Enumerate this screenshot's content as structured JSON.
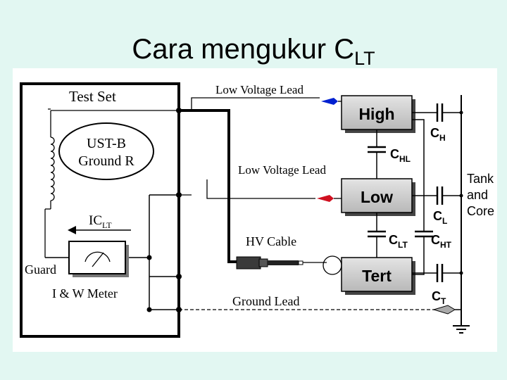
{
  "title": {
    "main": "Cara mengukur C",
    "sub": "LT"
  },
  "diagram": {
    "test_set": "Test Set",
    "mode_line1": "UST-B",
    "mode_line2": "Ground R",
    "current_main": "IC",
    "current_sub": "LT",
    "guard": "Guard",
    "meter": "I & W Meter",
    "low_lead_1": "Low Voltage Lead",
    "low_lead_2": "Low Voltage Lead",
    "hv_cable": "HV Cable",
    "ground_lead": "Ground Lead",
    "high": "High",
    "low": "Low",
    "tert": "Tert",
    "tank_line1": "Tank",
    "tank_line2": "and",
    "tank_line3": "Core",
    "cap_ch": {
      "main": "C",
      "sub": "H"
    },
    "cap_chl": {
      "main": "C",
      "sub": "HL"
    },
    "cap_cl": {
      "main": "C",
      "sub": "L"
    },
    "cap_clt": {
      "main": "C",
      "sub": "LT"
    },
    "cap_cht": {
      "main": "C",
      "sub": "HT"
    },
    "cap_ct": {
      "main": "C",
      "sub": "T"
    }
  },
  "colors": {
    "background": "#e2f7f2",
    "box": "#cfcfcf",
    "lead_high": "#0020d0",
    "lead_low": "#d01020"
  }
}
